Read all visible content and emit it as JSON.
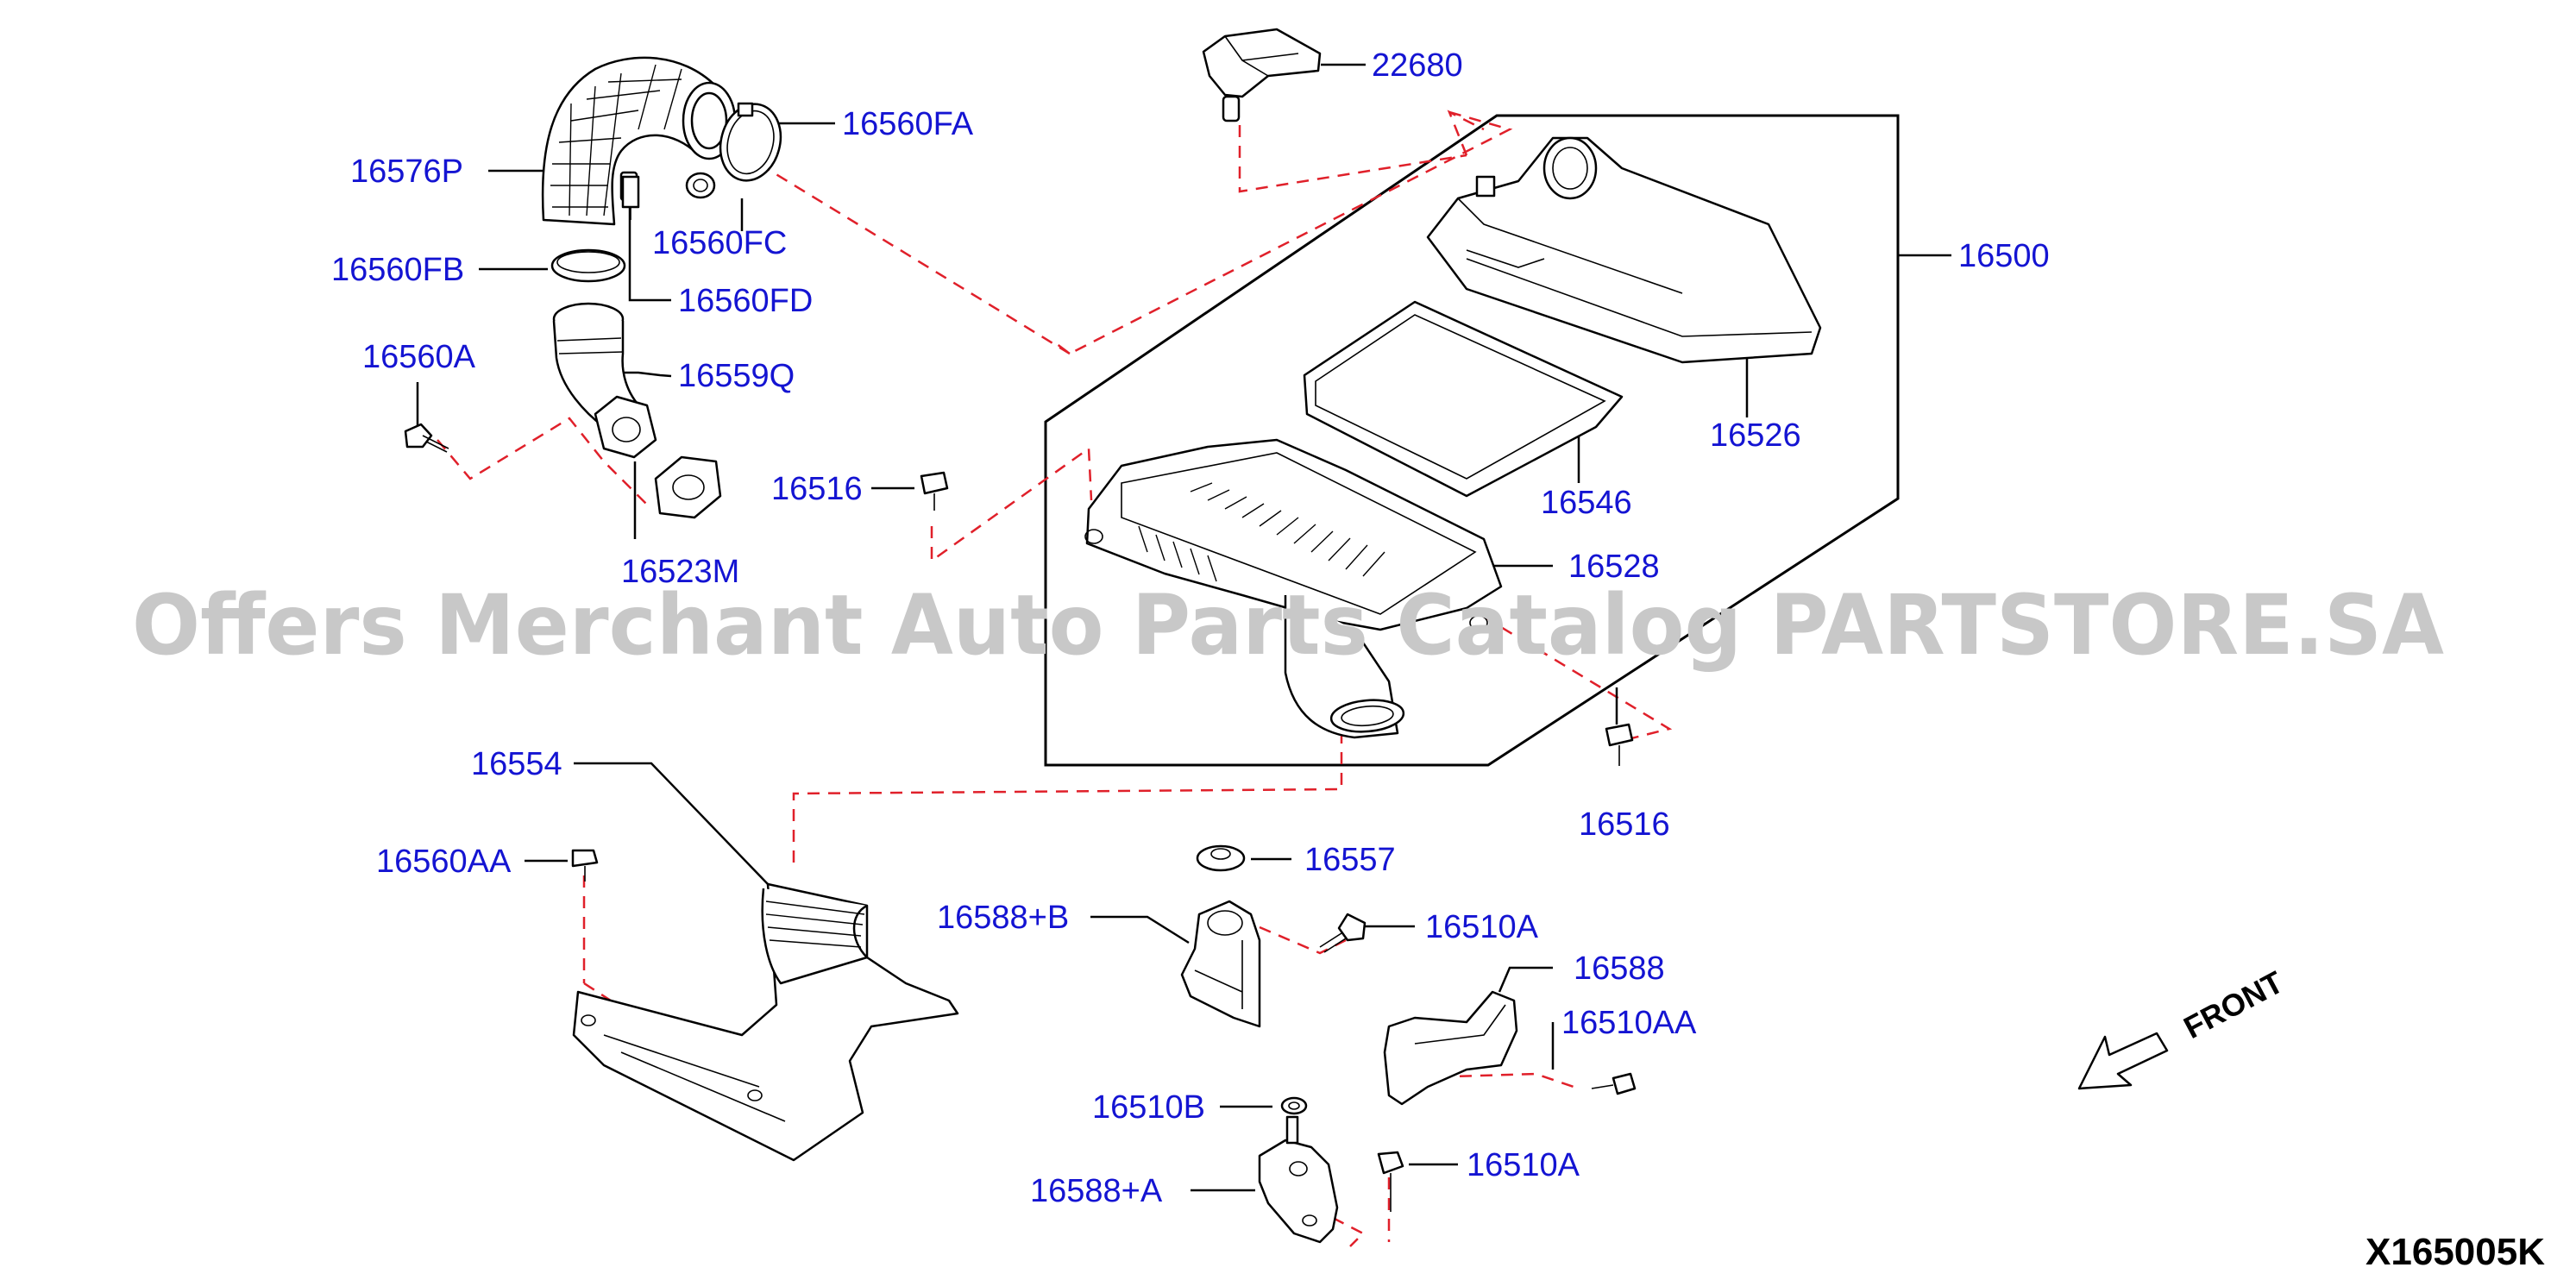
{
  "watermark": "Offers Merchant Auto Parts Catalog PARTSTORE.SA",
  "diagram_id": "X165005K",
  "front_label": "FRONT",
  "colors": {
    "label": "#1414d2",
    "dashed_line": "#e0202a",
    "watermark": "#c8c8c8"
  },
  "labels": {
    "p22680": "22680",
    "p16560FA": "16560FA",
    "p16576P": "16576P",
    "p16560FC": "16560FC",
    "p16500": "16500",
    "p16560FB": "16560FB",
    "p16560FD": "16560FD",
    "p16560A": "16560A",
    "p16559Q": "16559Q",
    "p16526": "16526",
    "p16546": "16546",
    "p16516_top": "16516",
    "p16523M": "16523M",
    "p16528": "16528",
    "p16554": "16554",
    "p16516_bot": "16516",
    "p16560AA": "16560AA",
    "p16557": "16557",
    "p16588B": "16588+B",
    "p16510A_top": "16510A",
    "p16588": "16588",
    "p16510AA": "16510AA",
    "p16510B": "16510B",
    "p16588A": "16588+A",
    "p16510A_bot": "16510A"
  }
}
